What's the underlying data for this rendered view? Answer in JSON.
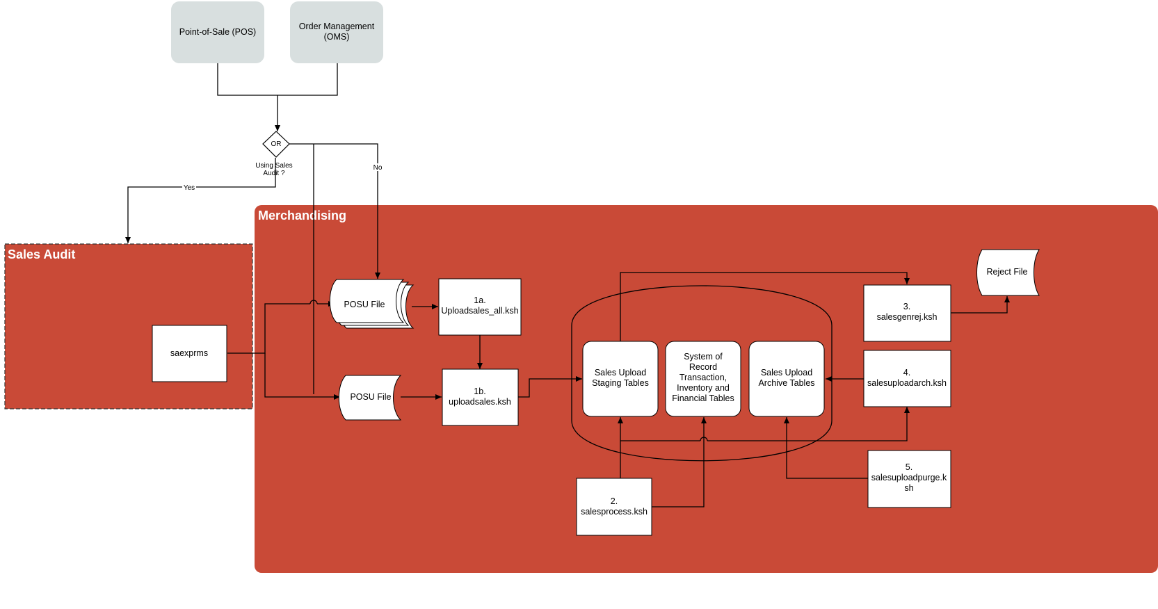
{
  "sources": {
    "pos": [
      "Point-of-Sale (POS)"
    ],
    "oms": [
      "Order Management",
      "(OMS)"
    ]
  },
  "decision": {
    "symbol": "OR",
    "question": [
      "Using Sales",
      "Audit ?"
    ],
    "yes": "Yes",
    "no": "No"
  },
  "regions": {
    "sales_audit": "Sales Audit",
    "merchandising": "Merchandising"
  },
  "nodes": {
    "saexprms": [
      "saexprms"
    ],
    "posu_file_multi": [
      "POSU File"
    ],
    "posu_file": [
      "POSU File"
    ],
    "uploadsales_all": [
      "1a.",
      "Uploadsales_all.ksh"
    ],
    "uploadsales": [
      "1b.",
      "uploadsales.ksh"
    ],
    "staging": [
      "Sales Upload",
      "Staging Tables"
    ],
    "sor": [
      "System of",
      "Record",
      "Transaction,",
      "Inventory and",
      "Financial Tables"
    ],
    "archive": [
      "Sales Upload",
      "Archive Tables"
    ],
    "salesprocess": [
      "2.",
      "salesprocess.ksh"
    ],
    "salesgenrej": [
      "3.",
      "salesgenrej.ksh"
    ],
    "salesuploadarch": [
      "4.",
      "salesuploadarch.ksh"
    ],
    "salesuploadpurge": [
      "5.",
      "salesuploadpurge.k",
      "sh"
    ],
    "reject_file": [
      "Reject File"
    ]
  },
  "colors": {
    "region_fill": "#c94a37",
    "source_fill": "#d8dfdf",
    "node_fill": "#ffffff",
    "line": "#000000"
  }
}
